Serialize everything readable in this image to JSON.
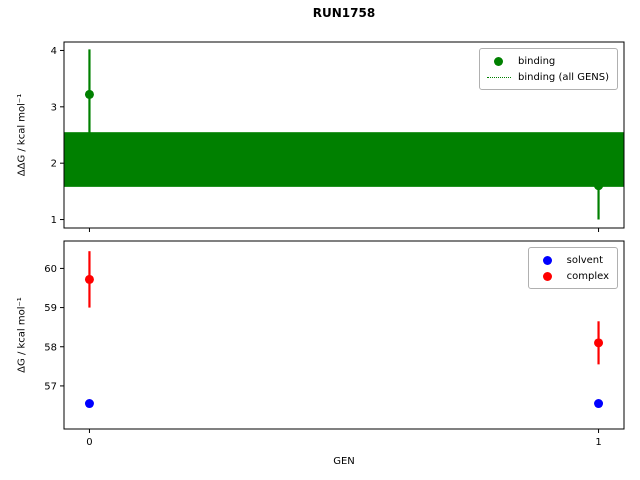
{
  "figure": {
    "title": "RUN1758",
    "background": "#ffffff"
  },
  "colors": {
    "binding": "#008000",
    "solvent": "#0000ff",
    "complex": "#ff0000",
    "axis": "#000000",
    "legend_border": "#b0b0b0"
  },
  "chart_data": [
    {
      "type": "scatter",
      "panel": "binding-panel",
      "title": "",
      "ylabel": "ΔΔG / kcal mol⁻¹",
      "xlabel": "",
      "ylim": [
        0.85,
        4.15
      ],
      "yticks": [
        1,
        2,
        3,
        4
      ],
      "xlim": [
        -0.05,
        1.05
      ],
      "xticks": [
        0,
        1
      ],
      "show_xtick_labels": false,
      "grid": false,
      "x": [
        0,
        1
      ],
      "series": [
        {
          "name": "binding",
          "color": "#008000",
          "marker": "circle",
          "values": [
            3.22,
            1.6
          ],
          "yerr": [
            0.8,
            0.6
          ]
        }
      ],
      "band": {
        "name": "binding (all GENS)",
        "color": "#008000",
        "center": 2.065,
        "low": 1.58,
        "high": 2.55,
        "linestyle": "dotted"
      },
      "legend": [
        {
          "label": "binding",
          "marker": "dot",
          "color": "#008000"
        },
        {
          "label": "binding (all GENS)",
          "marker": "dotted-line",
          "color": "#008000"
        }
      ],
      "legend_position": "upper right"
    },
    {
      "type": "scatter",
      "panel": "dg-panel",
      "title": "",
      "ylabel": "ΔG / kcal mol⁻¹",
      "xlabel": "GEN",
      "ylim": [
        55.9,
        60.7
      ],
      "yticks": [
        57,
        58,
        59,
        60
      ],
      "xlim": [
        -0.05,
        1.05
      ],
      "xticks": [
        0,
        1
      ],
      "show_xtick_labels": true,
      "grid": false,
      "x": [
        0,
        1
      ],
      "series": [
        {
          "name": "solvent",
          "color": "#0000ff",
          "marker": "circle",
          "values": [
            56.55,
            56.55
          ],
          "yerr": [
            0.08,
            0.08
          ]
        },
        {
          "name": "complex",
          "color": "#ff0000",
          "marker": "circle",
          "values": [
            59.72,
            58.1
          ],
          "yerr": [
            0.72,
            0.55
          ]
        }
      ],
      "legend": [
        {
          "label": "solvent",
          "marker": "dot",
          "color": "#0000ff"
        },
        {
          "label": "complex",
          "marker": "dot",
          "color": "#ff0000"
        }
      ],
      "legend_position": "upper right"
    }
  ]
}
